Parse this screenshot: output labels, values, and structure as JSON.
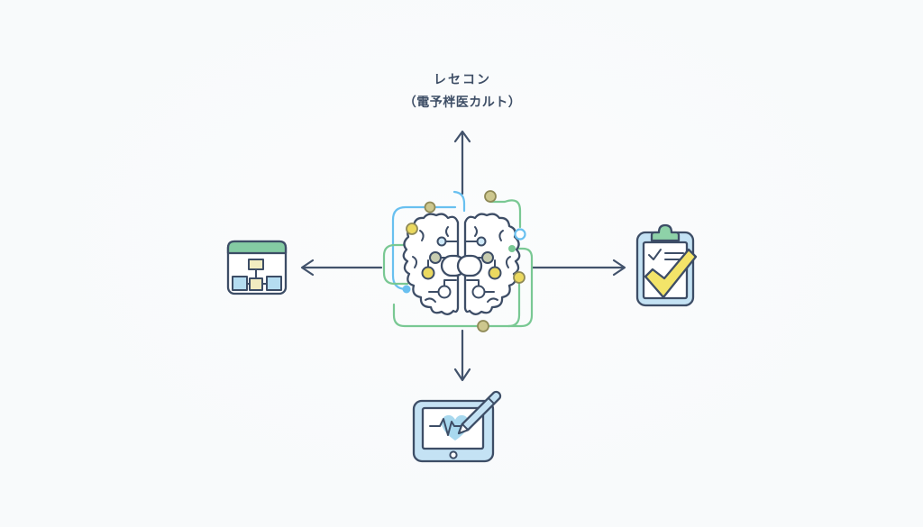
{
  "diagram": {
    "top_label": {
      "line1": "レセコン",
      "line2": "（電予柈医カルト）"
    },
    "center_node": "ai-brain-circuit",
    "left_node": "org-chart-window",
    "right_node": "checklist-clipboard",
    "bottom_node": "medical-tablet-stylus",
    "arrows": [
      {
        "direction": "up",
        "from": "center",
        "to": "top-label"
      },
      {
        "direction": "left",
        "from": "center",
        "to": "left-node"
      },
      {
        "direction": "right",
        "from": "center",
        "to": "right-node"
      },
      {
        "direction": "down",
        "from": "center",
        "to": "bottom-node"
      }
    ]
  },
  "colors": {
    "bg": "#f8fafb",
    "text": "#3e4e66",
    "navy": "#3d4d66",
    "arrow": "#42526b",
    "blue": "#68c0f0",
    "green": "#79c893",
    "mint": "#84cba3",
    "clipgreen": "#8ed2a8",
    "lightblue": "#c4e2f4",
    "paleblue": "#b5ddf1",
    "skyfill": "#cfe9f8",
    "yellow": "#f3e469",
    "paleyellow": "#f1ecc1",
    "nodeyellow": "#ebd95f",
    "khaki": "#cdc78e",
    "khakistroke": "#8f8a57",
    "sage": "#c8cdb0",
    "heartblue": "#a8d8ee"
  }
}
